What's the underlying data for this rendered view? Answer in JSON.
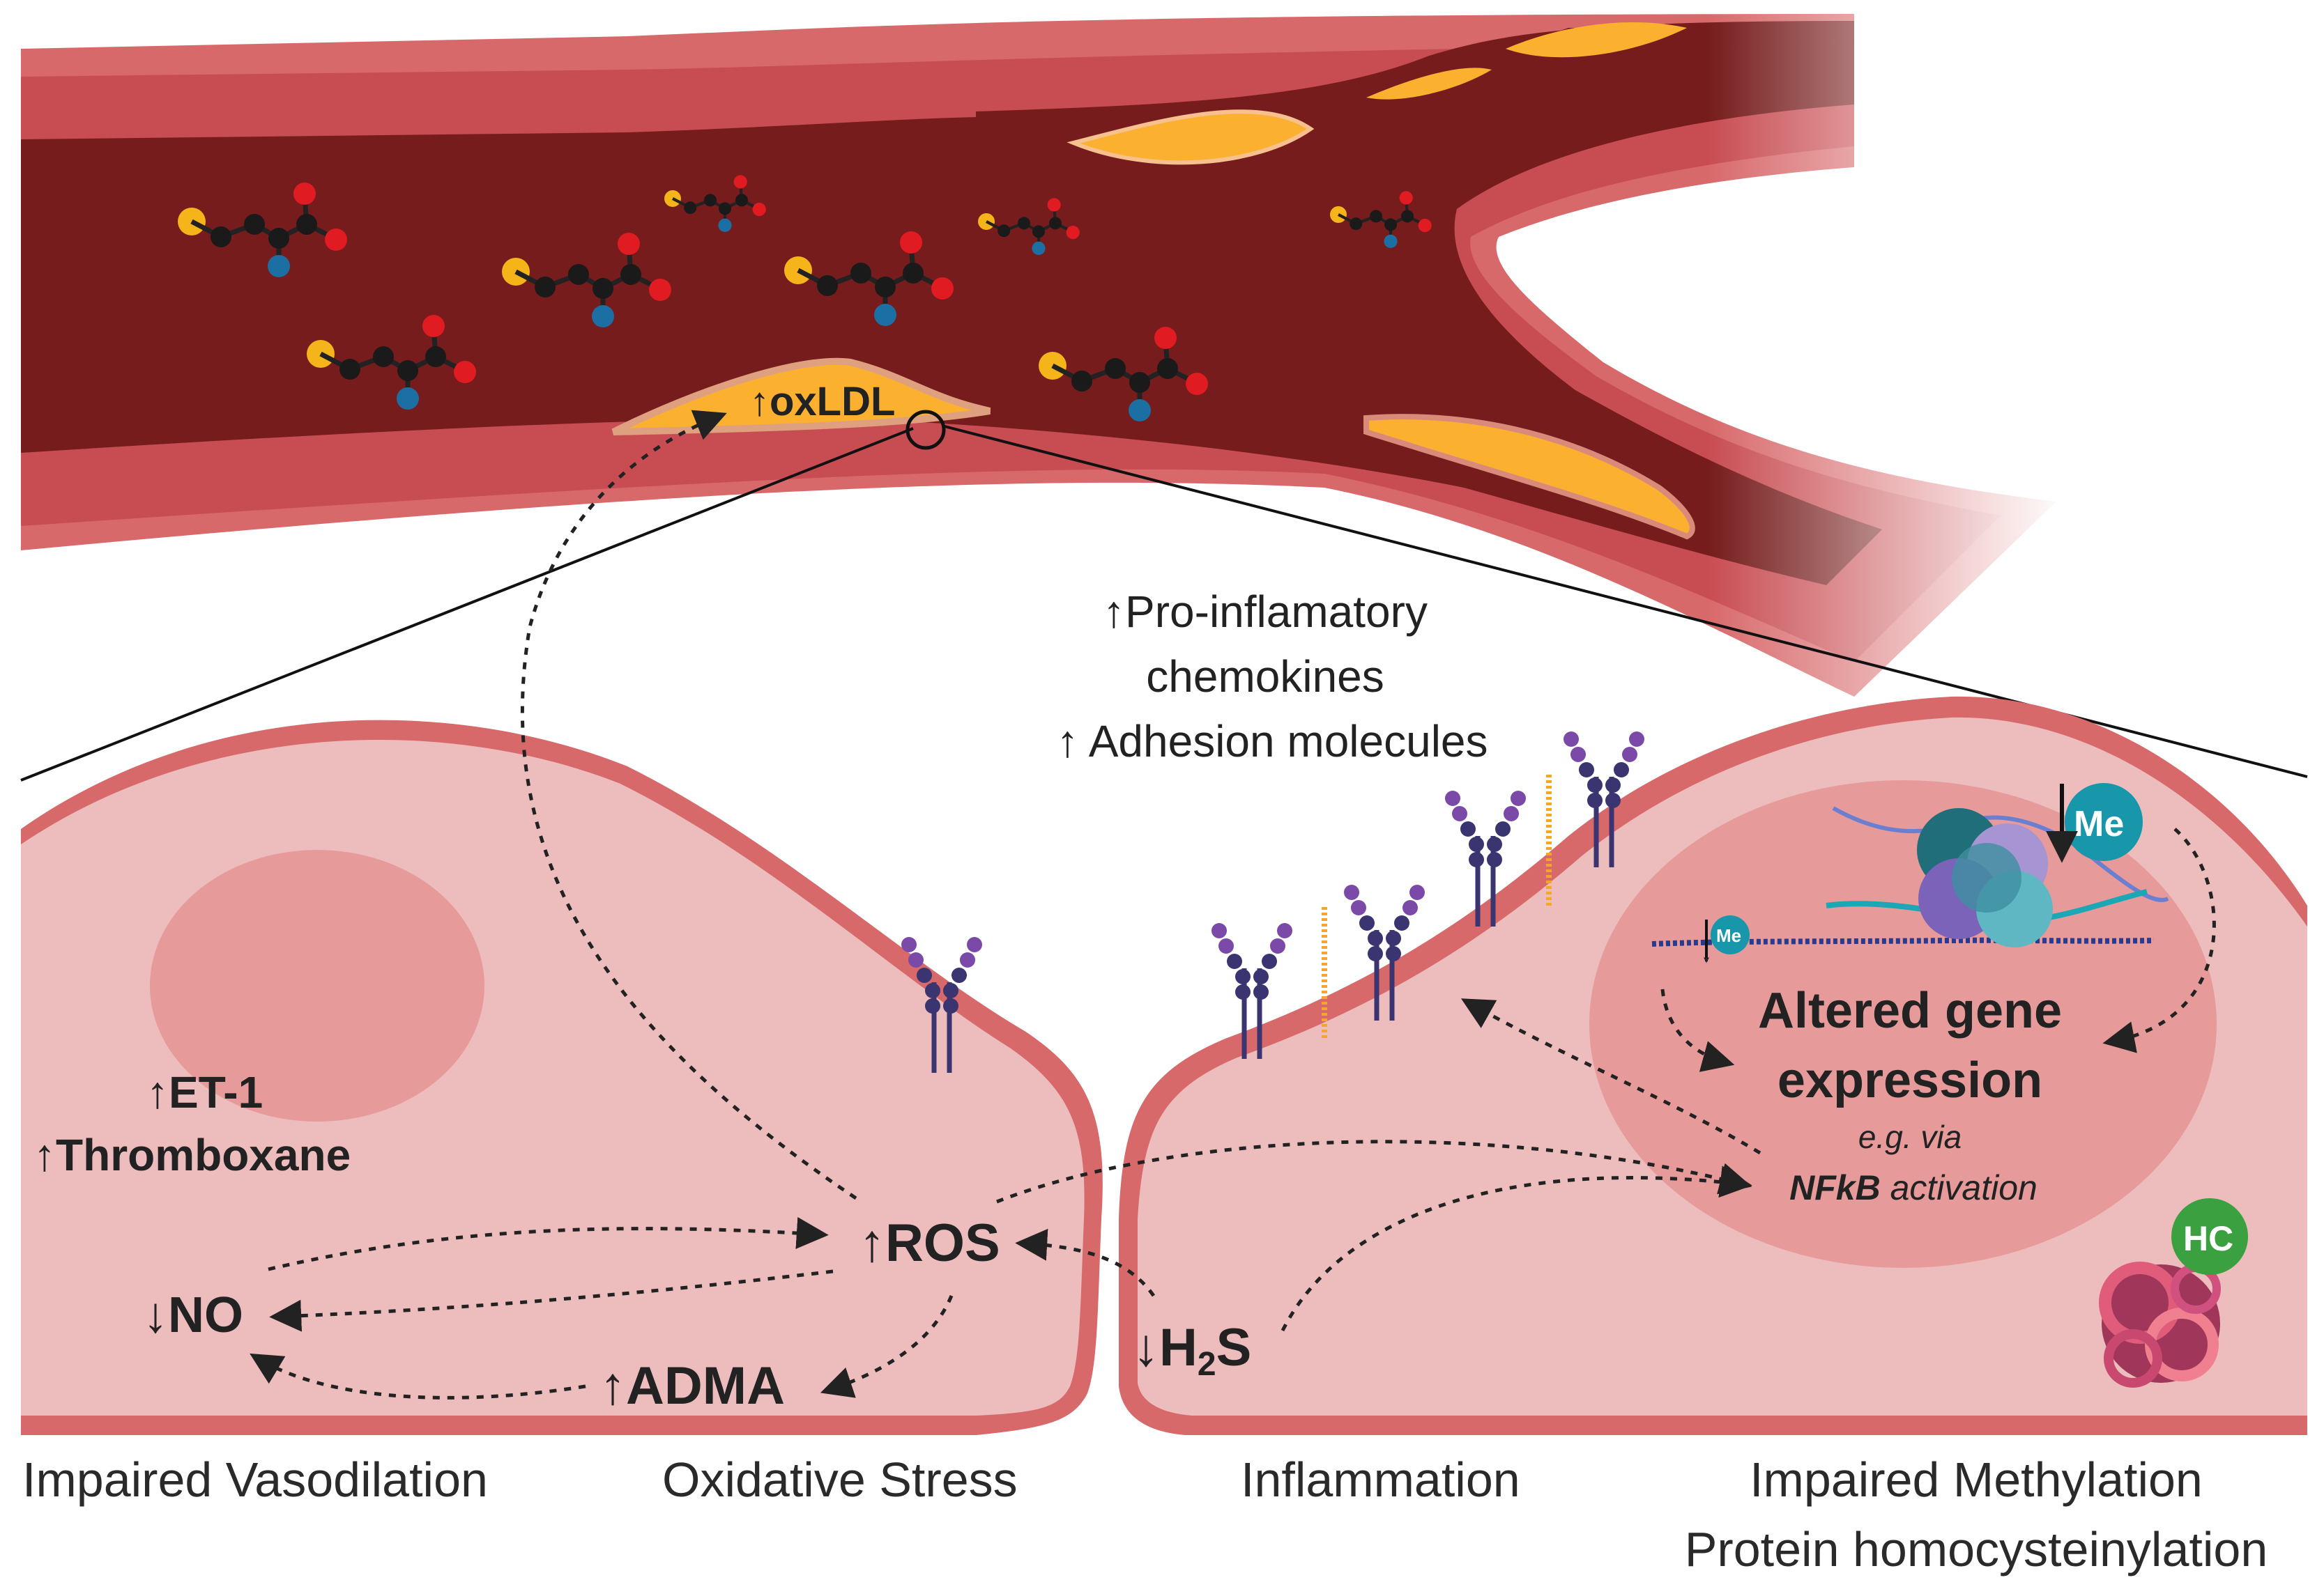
{
  "vessel": {
    "oxldl": "↑oxLDL"
  },
  "top_labels": {
    "line1": "↑Pro-inflamatory",
    "line2": "chemokines",
    "line3": "↑ Adhesion molecules"
  },
  "left_cell": {
    "et1": "↑ET-1",
    "thromboxane": "↑Thromboxane",
    "no": "↓NO",
    "ros": "↑ROS",
    "adma": "↑ADMA"
  },
  "right_cell": {
    "h2s_main": "↓H",
    "h2s_sub": "2",
    "h2s_end": "S",
    "gene_line1": "Altered gene",
    "gene_line2": "expression",
    "eg_via": "e.g. via",
    "nfkb": "NFkB",
    "activation": " activation",
    "me_big": "Me",
    "me_small": "Me",
    "hc": "HC"
  },
  "captions": {
    "vasodilation": "Impaired Vasodilation",
    "oxidative": "Oxidative Stress",
    "inflammation": "Inflammation",
    "methylation": "Impaired Methylation",
    "homocysteinylation": "Protein homocysteinylation"
  },
  "colors": {
    "lumen": "#761c1c",
    "vessel_wall": "#d8696b",
    "plaque": "#fbb12f",
    "cell": "#edbcbc",
    "nucleus": "#e79a9a",
    "me_badge": "#1797a9",
    "hc_badge": "#3aa040"
  }
}
